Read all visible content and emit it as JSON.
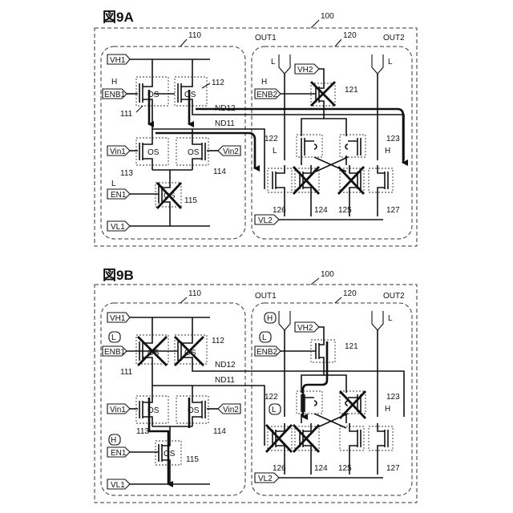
{
  "figures": [
    {
      "title": "図9A",
      "labels": {
        "ref_main": "100",
        "ref_left": "110",
        "ref_right": "120",
        "out1": "OUT1",
        "out2": "OUT2",
        "vh1": "VH1",
        "vh2": "VH2",
        "vl1": "VL1",
        "vl2": "VL2",
        "enb1": "ENB1",
        "enb2": "ENB2",
        "en1": "EN1",
        "vin1": "Vin1",
        "vin2": "Vin2",
        "nd11": "ND11",
        "nd12": "ND12",
        "os": "OS",
        "r111": "111",
        "r112": "112",
        "r113": "113",
        "r114": "114",
        "r115": "115",
        "r121": "121",
        "r122": "122",
        "r123": "123",
        "r124": "124",
        "r125": "125",
        "r126": "126",
        "r127": "127"
      },
      "states": {
        "enb1": "H",
        "en1": "L",
        "enb2": "H",
        "out1": "L",
        "out2": "L",
        "side_122": "L",
        "side_123": "H"
      }
    },
    {
      "title": "図9B",
      "labels": {
        "ref_main": "100",
        "ref_left": "110",
        "ref_right": "120",
        "out1": "OUT1",
        "out2": "OUT2",
        "vh1": "VH1",
        "vh2": "VH2",
        "vl1": "VL1",
        "vl2": "VL2",
        "enb1": "ENB1",
        "enb2": "ENB2",
        "en1": "EN1",
        "vin1": "Vin1",
        "vin2": "Vin2",
        "nd11": "ND11",
        "nd12": "ND12",
        "os": "OS",
        "r111": "111",
        "r112": "112",
        "r113": "113",
        "r114": "114",
        "r115": "115",
        "r121": "121",
        "r122": "122",
        "r123": "123",
        "r124": "124",
        "r125": "125",
        "r126": "126",
        "r127": "127"
      },
      "states": {
        "enb1": "L",
        "en1": "H",
        "enb2": "L",
        "out1": "H",
        "out2": "L",
        "side_122": "L",
        "side_123": "H"
      }
    }
  ]
}
